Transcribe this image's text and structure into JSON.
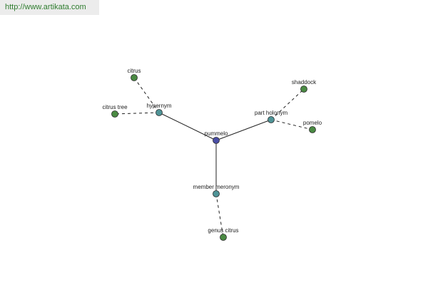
{
  "url_bar": {
    "text": "http://www.artikata.com"
  },
  "colors": {
    "center_node": "#4a4ea6",
    "relation_node": "#4f9497",
    "leaf_node": "#4a8a43",
    "edge": "#222222",
    "node_stroke": "#2a2a2a",
    "url_text": "#2f7d2f"
  },
  "graph": {
    "center": {
      "id": "pummelo",
      "label": "pummelo"
    },
    "relations": [
      {
        "id": "hypernym",
        "label": "hypernym"
      },
      {
        "id": "part-holonym",
        "label": "part holonym"
      },
      {
        "id": "member-meronym",
        "label": "member meronym"
      }
    ],
    "leaves": [
      {
        "id": "citrus",
        "label": "citrus",
        "relation": "hypernym"
      },
      {
        "id": "citrus-tree",
        "label": "citrus tree",
        "relation": "hypernym"
      },
      {
        "id": "shaddock",
        "label": "shaddock",
        "relation": "part-holonym"
      },
      {
        "id": "pomelo",
        "label": "pomelo",
        "relation": "part-holonym"
      },
      {
        "id": "genus-citrus",
        "label": "genus citrus",
        "relation": "member-meronym"
      }
    ]
  }
}
